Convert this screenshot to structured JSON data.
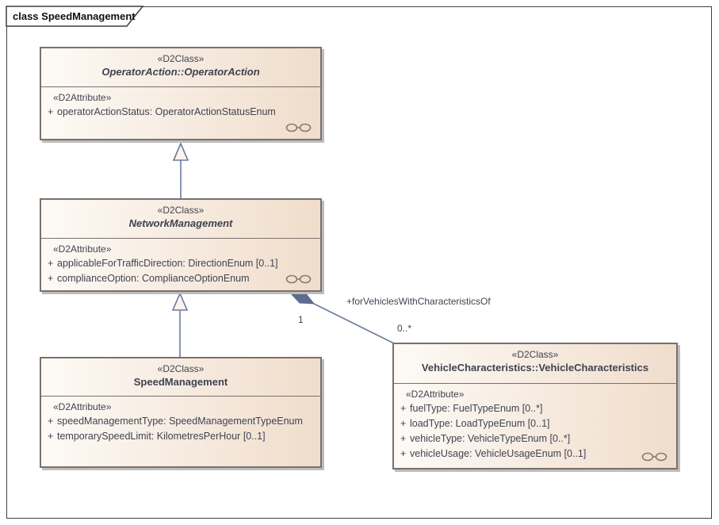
{
  "frame": {
    "title": "class SpeedManagement"
  },
  "classes": [
    {
      "stereotype": "«D2Class»",
      "name": "OperatorAction::OperatorAction",
      "abstract": true,
      "attr_stereotype": "«D2Attribute»",
      "attributes": [
        {
          "vis": "+",
          "text": "operatorActionStatus: OperatorActionStatusEnum"
        }
      ]
    },
    {
      "stereotype": "«D2Class»",
      "name": "NetworkManagement",
      "abstract": true,
      "attr_stereotype": "«D2Attribute»",
      "attributes": [
        {
          "vis": "+",
          "text": "applicableForTrafficDirection: DirectionEnum [0..1]"
        },
        {
          "vis": "+",
          "text": "complianceOption: ComplianceOptionEnum"
        }
      ]
    },
    {
      "stereotype": "«D2Class»",
      "name": "SpeedManagement",
      "abstract": false,
      "attr_stereotype": "«D2Attribute»",
      "attributes": [
        {
          "vis": "+",
          "text": "speedManagementType: SpeedManagementTypeEnum"
        },
        {
          "vis": "+",
          "text": "temporarySpeedLimit: KilometresPerHour [0..1]"
        }
      ]
    },
    {
      "stereotype": "«D2Class»",
      "name": "VehicleCharacteristics::VehicleCharacteristics",
      "abstract": false,
      "attr_stereotype": "«D2Attribute»",
      "attributes": [
        {
          "vis": "+",
          "text": "fuelType: FuelTypeEnum [0..*]"
        },
        {
          "vis": "+",
          "text": "loadType: LoadTypeEnum [0..1]"
        },
        {
          "vis": "+",
          "text": "vehicleType: VehicleTypeEnum [0..*]"
        },
        {
          "vis": "+",
          "text": "vehicleUsage: VehicleUsageEnum [0..1]"
        }
      ]
    }
  ],
  "relations": {
    "generalizations": [
      {
        "from": "NetworkManagement",
        "to": "OperatorAction::OperatorAction"
      },
      {
        "from": "SpeedManagement",
        "to": "NetworkManagement"
      }
    ],
    "aggregation": {
      "label": "+forVehiclesWithCharacteristicsOf",
      "source": "NetworkManagement",
      "source_multiplicity": "1",
      "target": "VehicleCharacteristics::VehicleCharacteristics",
      "target_multiplicity": "0..*"
    }
  },
  "colors": {
    "box_fill_start": "#fdfaf6",
    "box_fill_end": "#f0ddcb",
    "box_border": "#7b706c",
    "box_shadow": "#bdbdbd",
    "connector_line": "#6b7a9e",
    "triangle_fill": "#faf4ec",
    "diamond_fill": "#5d6c8e",
    "text": "#3f4350",
    "frame_border": "#3f3f3f",
    "glasses_icon": "#8a7a70"
  }
}
